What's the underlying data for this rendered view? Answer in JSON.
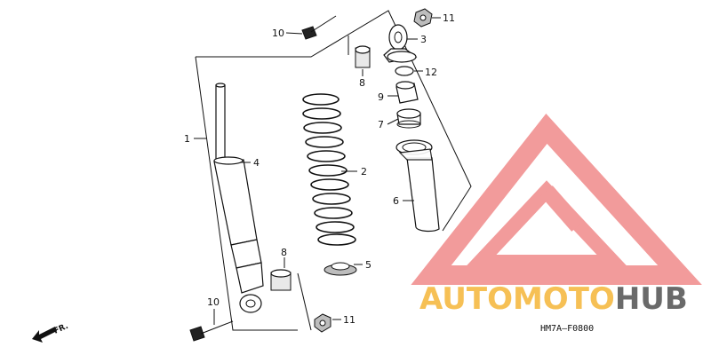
{
  "callouts": {
    "c1": "1",
    "c2": "2",
    "c3": "3",
    "c4": "4",
    "c5": "5",
    "c6": "6",
    "c7": "7",
    "c8_top": "8",
    "c8_bottom": "8",
    "c9": "9",
    "c10_top": "10",
    "c10_bottom": "10",
    "c11_top": "11",
    "c11_bottom": "11",
    "c12": "12"
  },
  "diagram_code": "HM7A—F0800",
  "front_marker": "FR.",
  "watermark": {
    "brand_part1": "AUTOMOTO",
    "brand_part2": "HUB",
    "color_logo": "#f08a8a",
    "color_text1": "#f5b942",
    "color_text2": "#5a5a5a"
  }
}
